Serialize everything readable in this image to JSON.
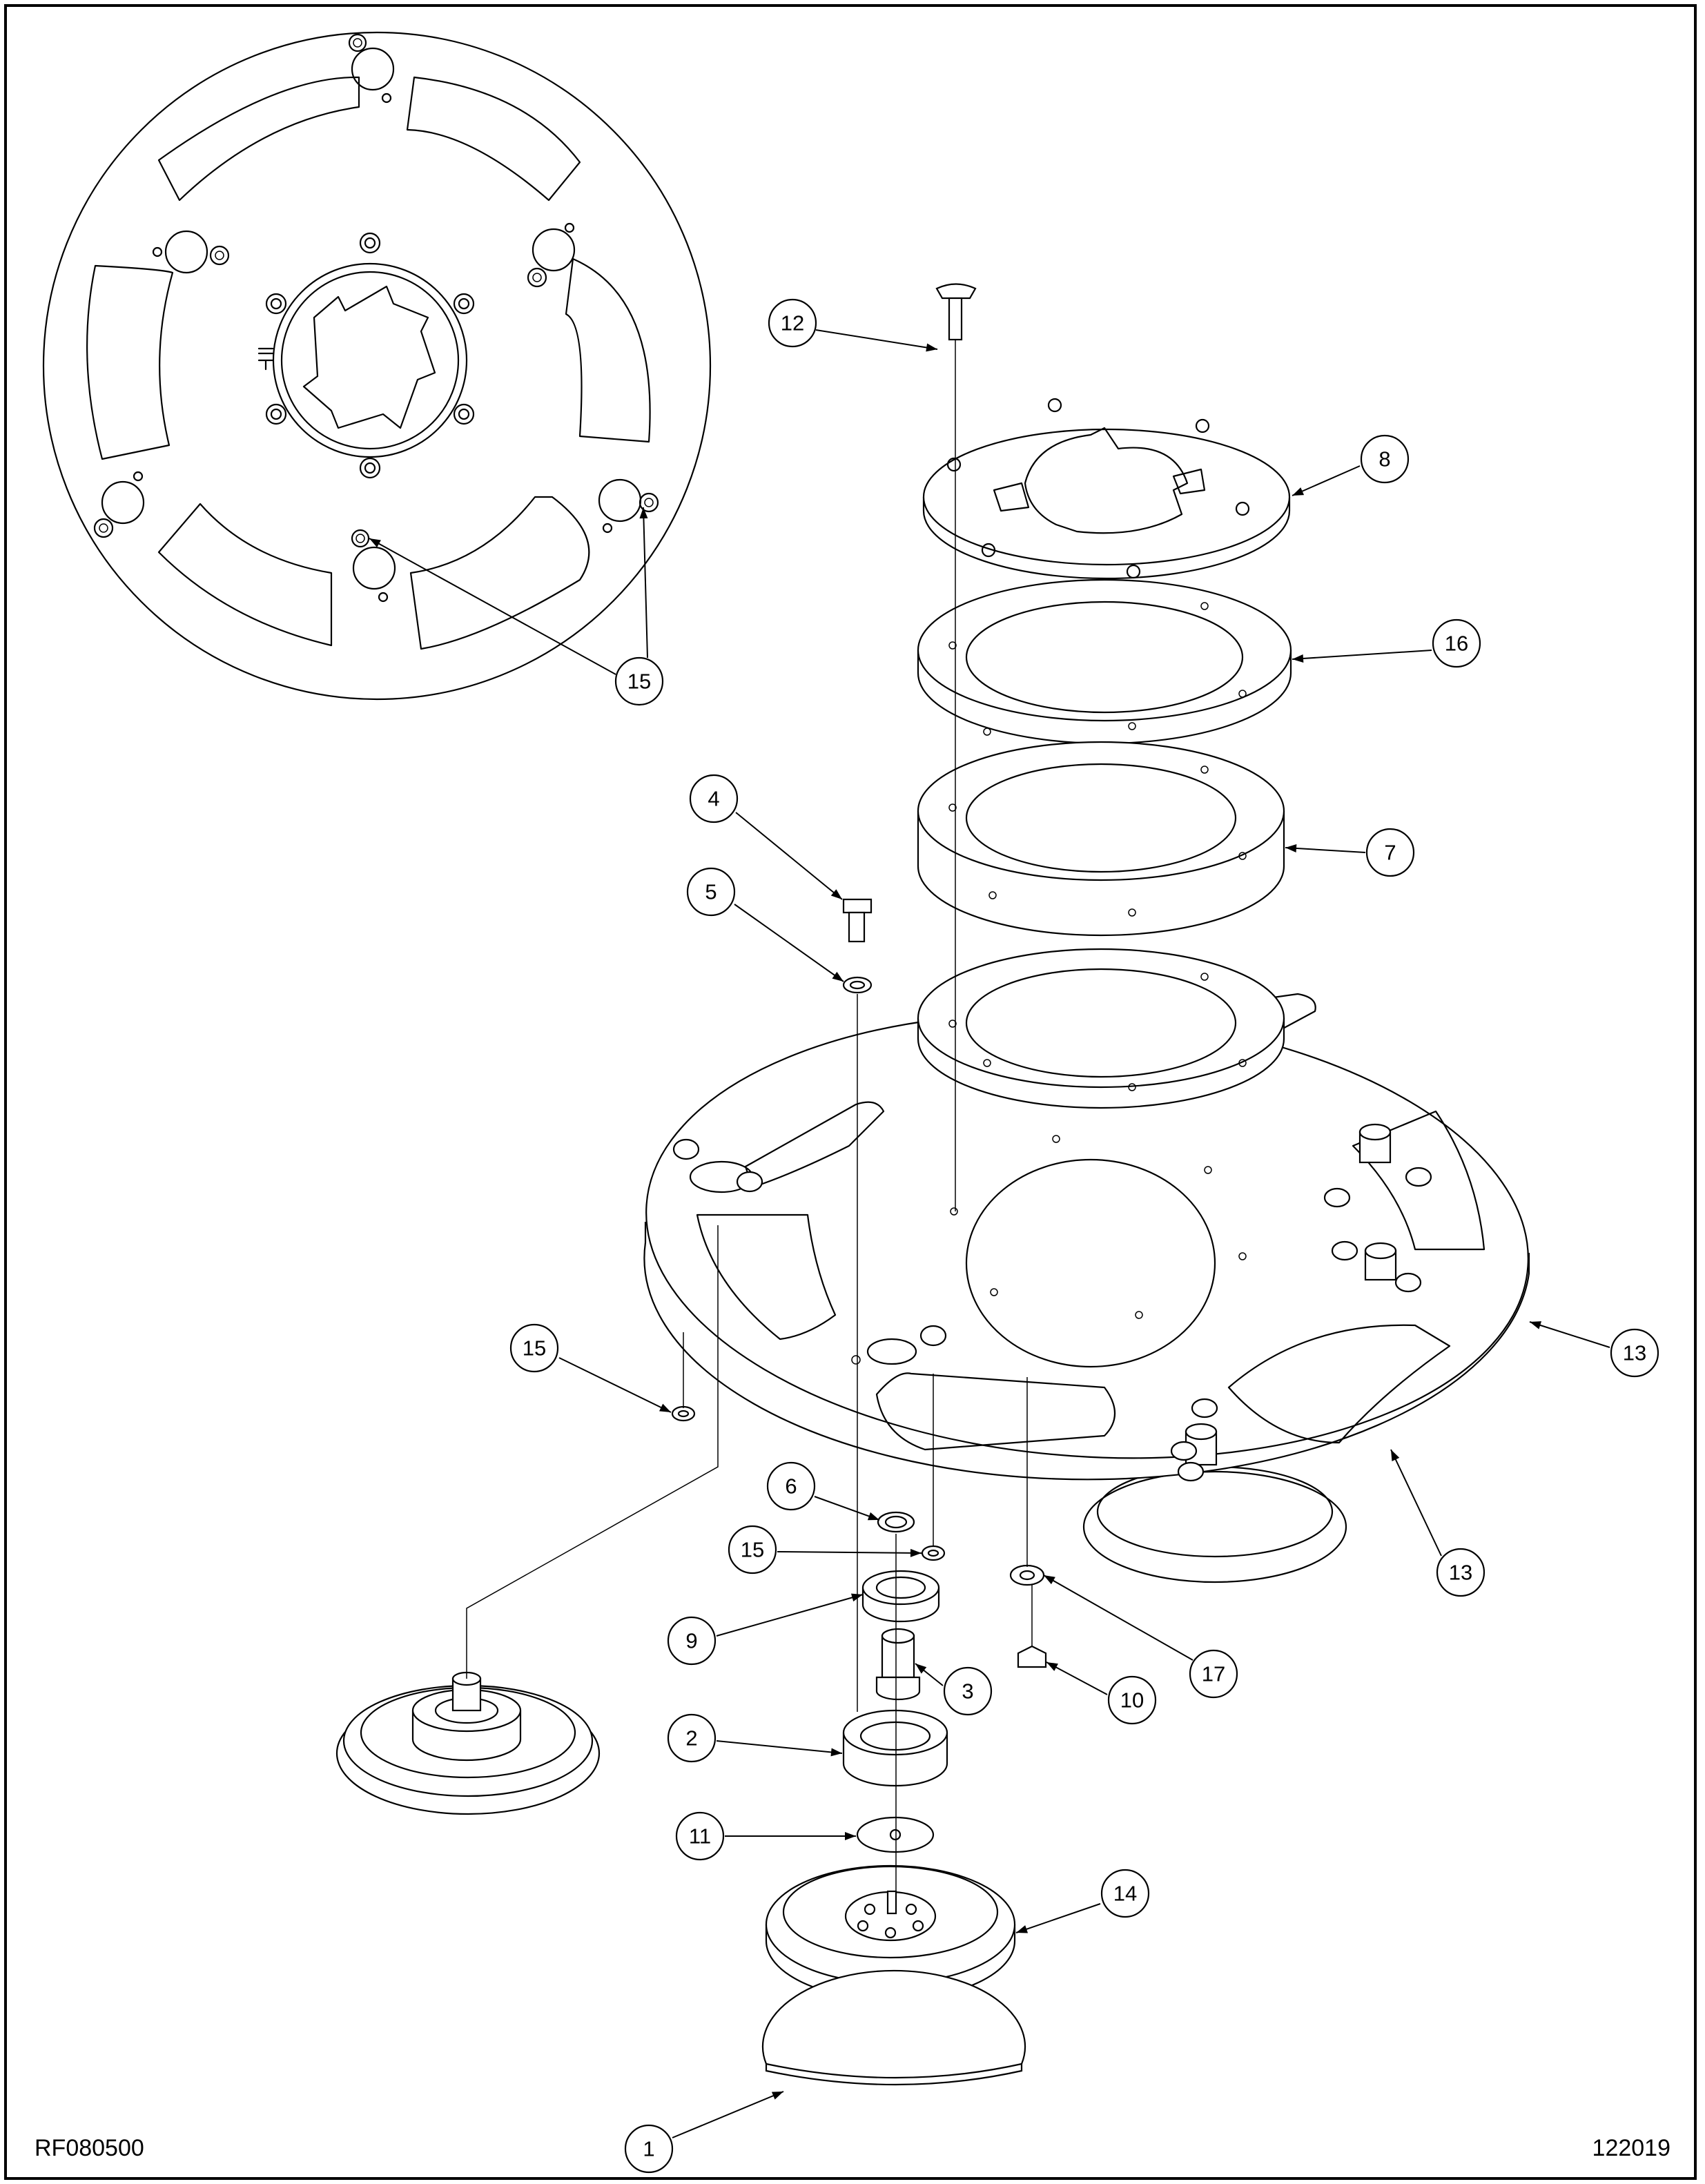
{
  "drawing": {
    "number": "RF080500",
    "date_code": "122019"
  },
  "callouts": [
    {
      "id": "c12",
      "label": "12"
    },
    {
      "id": "c8",
      "label": "8"
    },
    {
      "id": "c16",
      "label": "16"
    },
    {
      "id": "c7",
      "label": "7"
    },
    {
      "id": "c4",
      "label": "4"
    },
    {
      "id": "c5",
      "label": "5"
    },
    {
      "id": "c15a",
      "label": "15"
    },
    {
      "id": "c15b",
      "label": "15"
    },
    {
      "id": "c15c",
      "label": "15"
    },
    {
      "id": "c13a",
      "label": "13"
    },
    {
      "id": "c13b",
      "label": "13"
    },
    {
      "id": "c6",
      "label": "6"
    },
    {
      "id": "c9",
      "label": "9"
    },
    {
      "id": "c3",
      "label": "3"
    },
    {
      "id": "c10",
      "label": "10"
    },
    {
      "id": "c17",
      "label": "17"
    },
    {
      "id": "c2",
      "label": "2"
    },
    {
      "id": "c11",
      "label": "11"
    },
    {
      "id": "c14",
      "label": "14"
    },
    {
      "id": "c1",
      "label": "1"
    }
  ],
  "colors": {
    "line": "#000000",
    "background": "#ffffff"
  }
}
